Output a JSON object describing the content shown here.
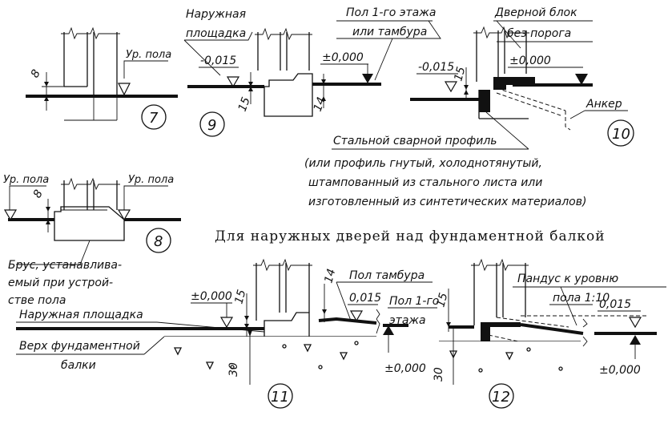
{
  "labels": {
    "outer_platform": [
      "Наружная",
      "площадка"
    ],
    "floor_first_or_vestibule": [
      "Пол 1-го этажа",
      "или тамбура"
    ],
    "door_block_no_threshold": [
      "Дверной блок",
      "без порога"
    ],
    "floor_level": "Ур. пола",
    "anchor": "Анкер",
    "steel_profile": "Стальной сварной профиль",
    "profile_note": [
      "(или профиль гнутый, холоднотянутый,",
      "штампованный из стального листа или",
      "изготовленный из синтетических материалов)"
    ],
    "beam_note": [
      "Брус, устанавлива-",
      "емый при устрой-",
      "стве пола"
    ],
    "section_caption": "Для наружных дверей над фундаментной балкой",
    "vestibule_floor": "Пол тамбура",
    "first_floor": [
      "Пол 1-го",
      "этажа"
    ],
    "outer_platform_single": "Наружная площадка",
    "foundation_beam_top": [
      "Верх фундаментной",
      "балки"
    ],
    "ramp": [
      "Пандус к уровню",
      "пола 1:10"
    ]
  },
  "values": {
    "d8": "8",
    "d15": "15",
    "d14": "14",
    "d30": "30",
    "minus_015": "-0,015",
    "pm_000": "±0,000",
    "plus_015": "0,015"
  },
  "details": {
    "n7": "7",
    "n8": "8",
    "n9": "9",
    "n10": "10",
    "n11": "11",
    "n12": "12"
  }
}
